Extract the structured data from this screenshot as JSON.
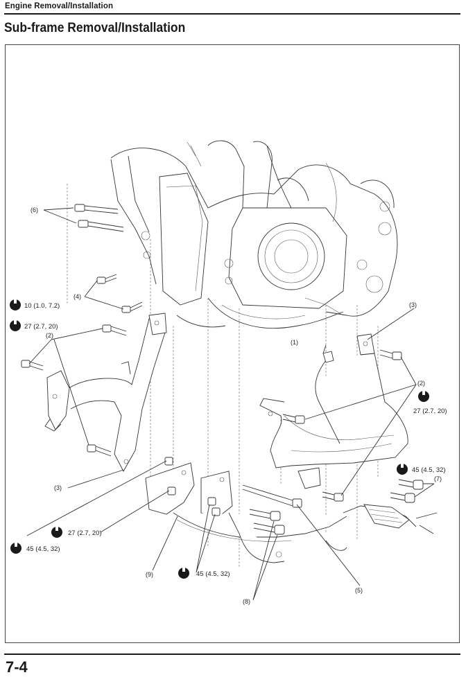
{
  "header": {
    "section": "Engine Removal/Installation",
    "title": "Sub-frame Removal/Installation"
  },
  "callouts": {
    "c1": "(1)",
    "c2a": "(2)",
    "c2b": "(2)",
    "c3a": "(3)",
    "c3b": "(3)",
    "c4": "(4)",
    "c5": "(5)",
    "c6": "(6)",
    "c7": "(7)",
    "c8": "(8)",
    "c9": "(9)"
  },
  "torques": {
    "t10": "10 (1.0, 7.2)",
    "t27a": "27 (2.7, 20)",
    "t27b": "27 (2.7, 20)",
    "t27c": "27 (2.7, 20)",
    "t45a": "45 (4.5, 32)",
    "t45b": "45 (4.5, 32)",
    "t45c": "45 (4.5, 32)"
  },
  "footer": {
    "page_number": "7-4"
  }
}
